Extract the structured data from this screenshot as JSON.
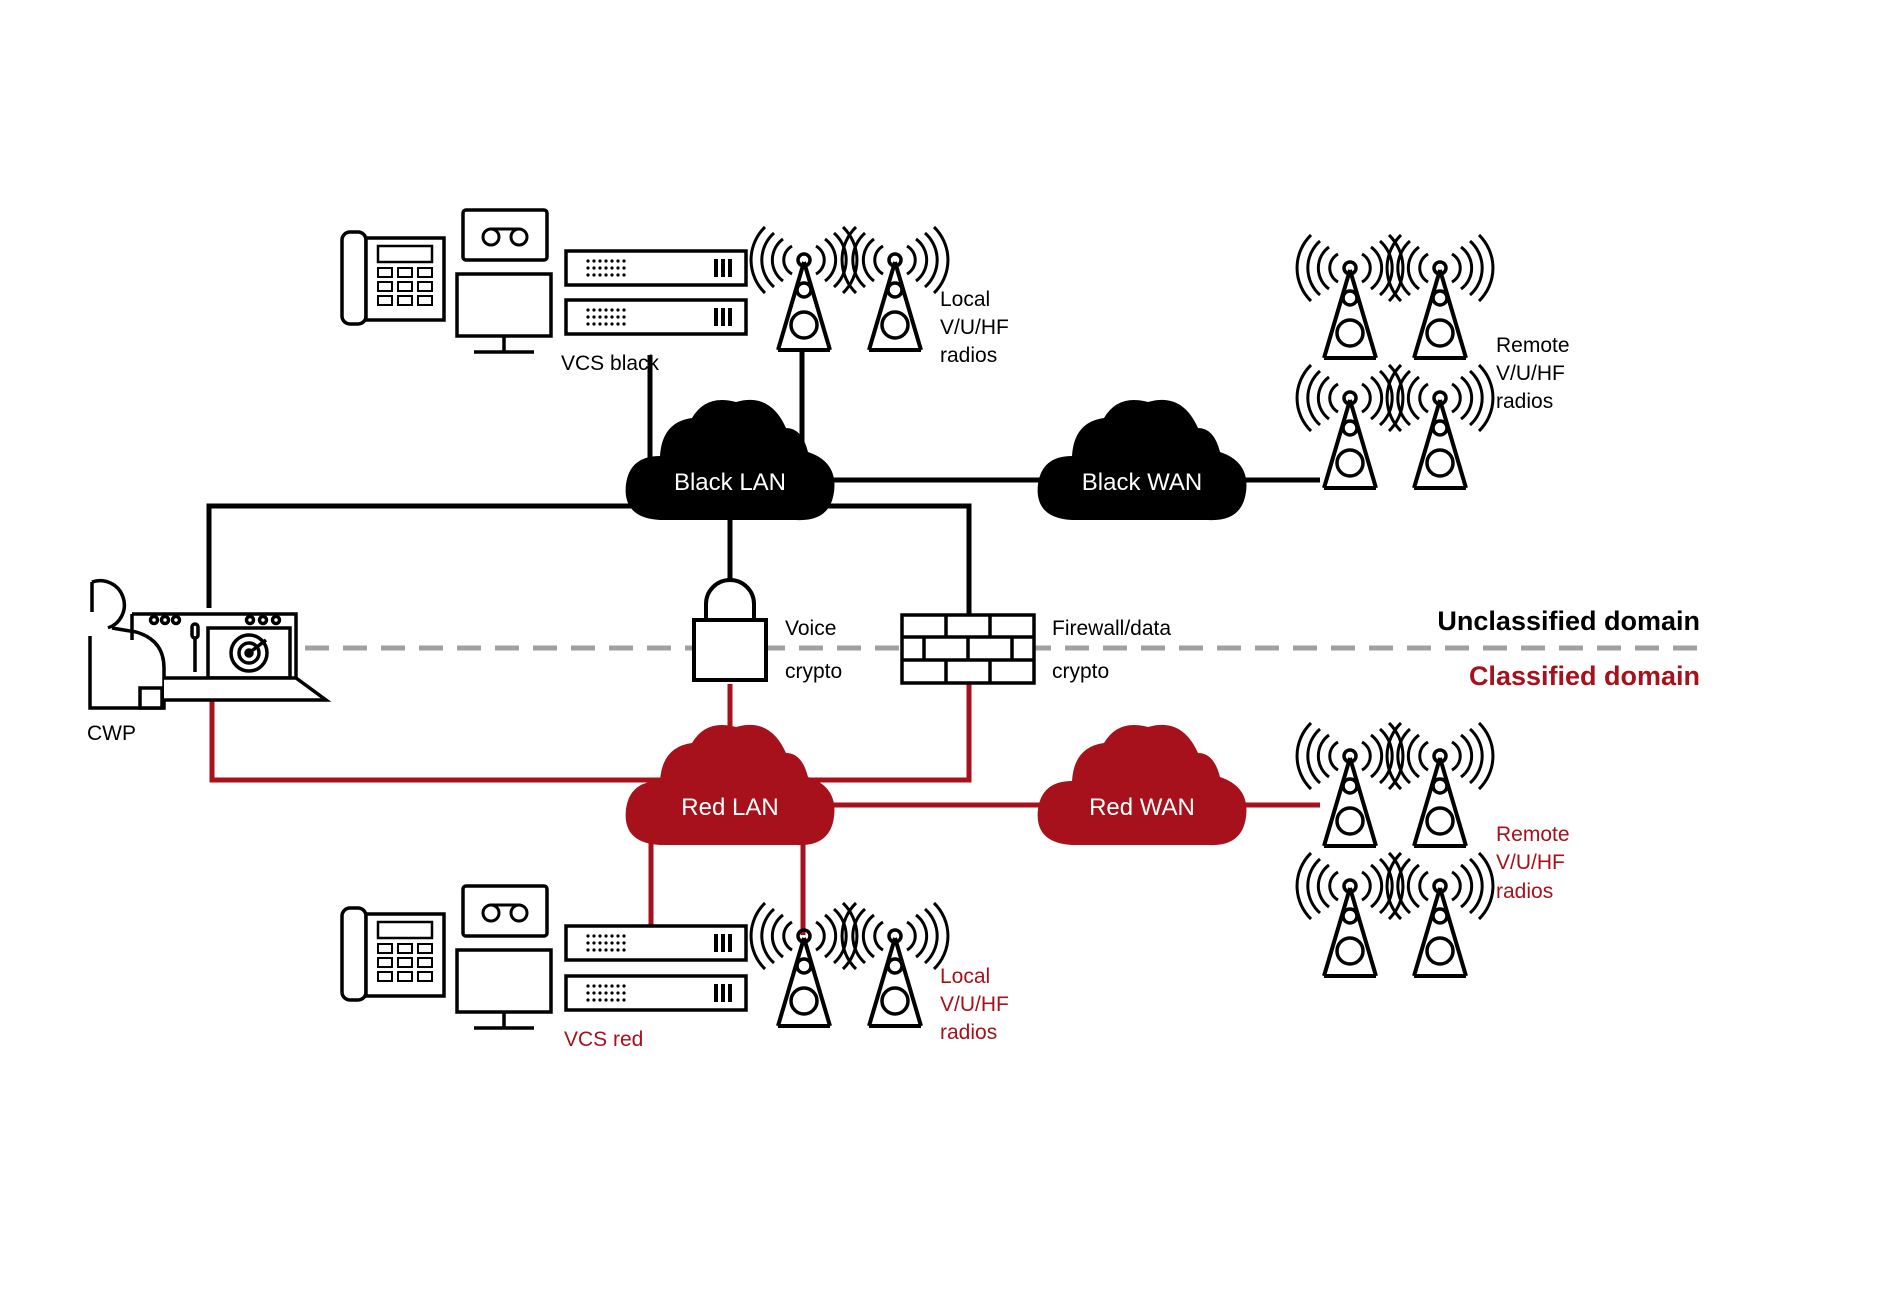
{
  "colors": {
    "black": "#000000",
    "red": "#a6111b",
    "divider": "#a0a0a0"
  },
  "clouds": {
    "black_lan": "Black LAN",
    "black_wan": "Black WAN",
    "red_lan": "Red LAN",
    "red_wan": "Red WAN"
  },
  "domains": {
    "unclassified": "Unclassified domain",
    "classified": "Classified domain"
  },
  "vcs": {
    "black": "VCS black",
    "red": "VCS red"
  },
  "cwp": "CWP",
  "voice_crypto": [
    "Voice",
    "crypto"
  ],
  "firewall_crypto": [
    "Firewall/data",
    "crypto"
  ],
  "local_radios_black": [
    "Local",
    "V/U/HF",
    "radios"
  ],
  "remote_radios_black": [
    "Remote",
    "V/U/HF",
    "radios"
  ],
  "local_radios_red": [
    "Local",
    "V/U/HF",
    "radios"
  ],
  "remote_radios_red": [
    "Remote",
    "V/U/HF",
    "radios"
  ],
  "icons": [
    "telephone-icon",
    "recorder-icon",
    "monitor-icon",
    "server-icon",
    "radio-tower-icon",
    "padlock-icon",
    "firewall-icon",
    "operator-icon",
    "radar-console-icon",
    "cloud-icon"
  ]
}
